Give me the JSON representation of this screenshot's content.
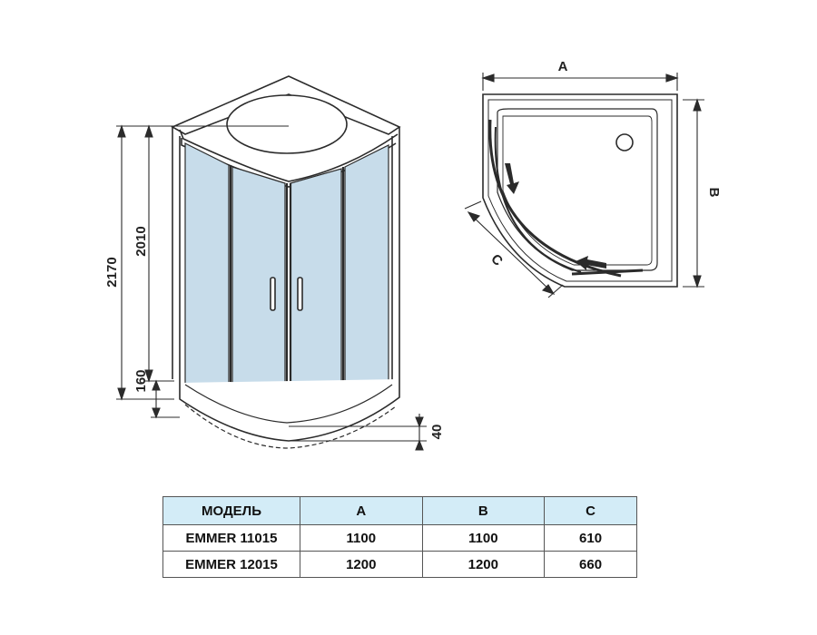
{
  "front_view": {
    "dimensions": {
      "total_height": "2170",
      "door_height": "2010",
      "tray_height": "160",
      "base_offset": "40"
    }
  },
  "plan_view": {
    "labels": {
      "a": "A",
      "b": "B",
      "c": "C"
    }
  },
  "spec_table": {
    "headers": [
      "МОДЕЛЬ",
      "A",
      "B",
      "C"
    ],
    "rows": [
      [
        "EMMER 11015",
        "1100",
        "1100",
        "610"
      ],
      [
        "EMMER 12015",
        "1200",
        "1200",
        "660"
      ]
    ],
    "header_bg": "#d3ecf7"
  },
  "colors": {
    "glass": "#c7dcea",
    "line": "#2b2b2b"
  }
}
